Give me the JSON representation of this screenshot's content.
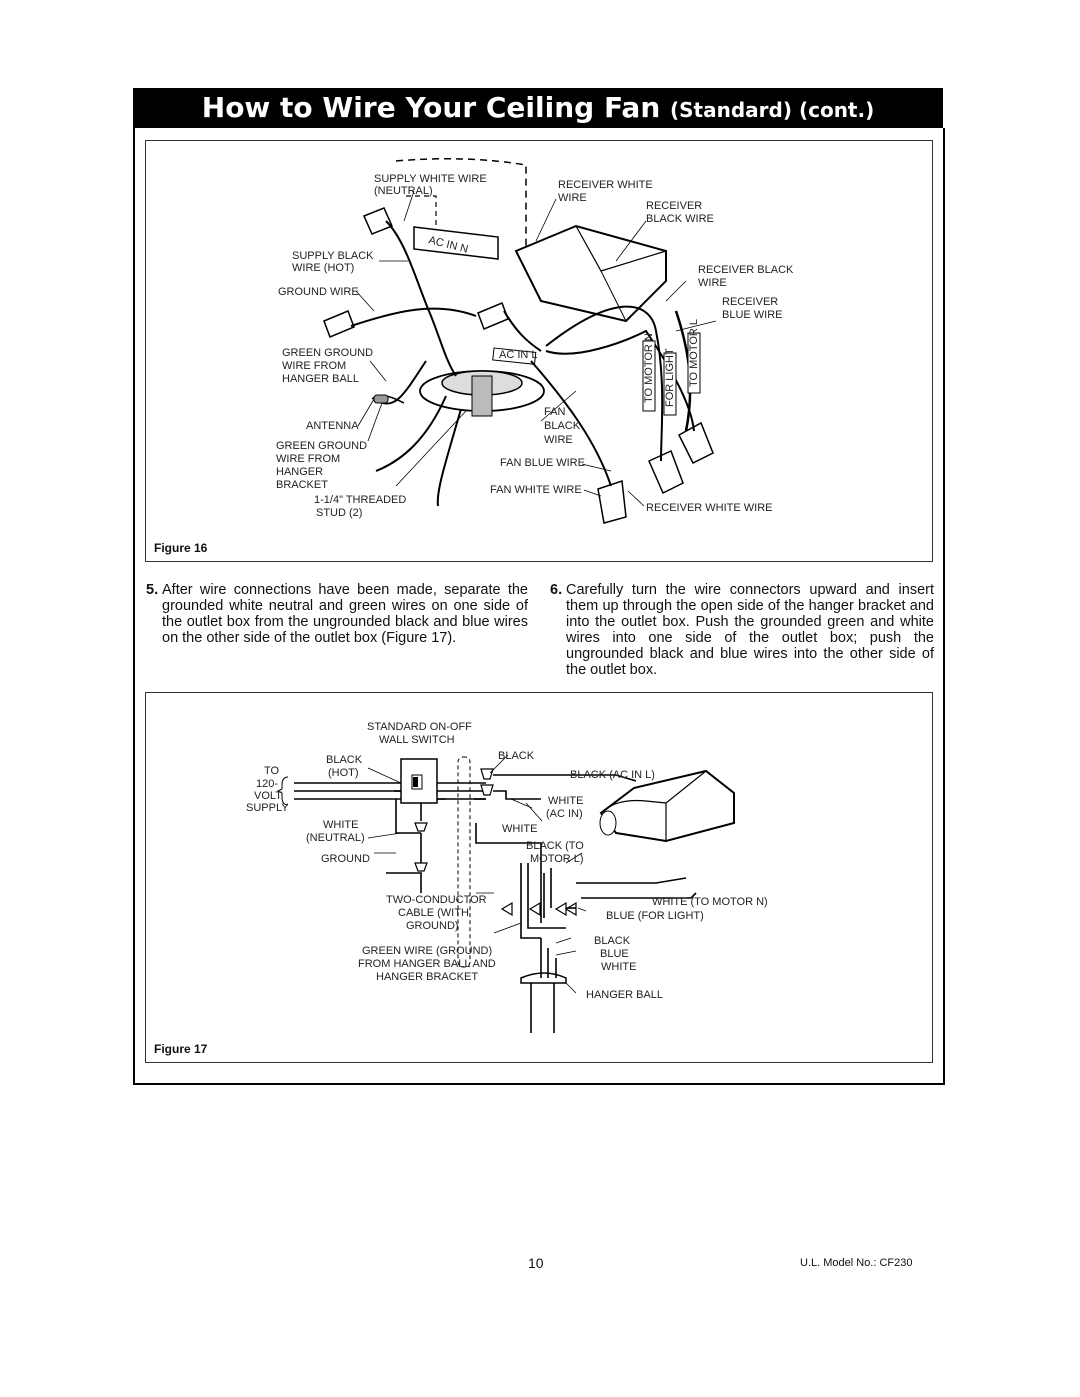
{
  "header": {
    "title_main": "How to Wire Your Ceiling Fan",
    "title_sub": "(Standard) (cont.)"
  },
  "figure16": {
    "caption": "Figure 16",
    "labels": {
      "supply_white_1": "SUPPLY WHITE WIRE",
      "supply_white_2": "(NEUTRAL)",
      "supply_black_1": "SUPPLY BLACK",
      "supply_black_2": "WIRE (HOT)",
      "ground_wire": "GROUND WIRE",
      "green_ground_ball_1": "GREEN GROUND",
      "green_ground_ball_2": "WIRE FROM",
      "green_ground_ball_3": "HANGER BALL",
      "antenna": "ANTENNA",
      "green_ground_bracket_1": "GREEN GROUND",
      "green_ground_bracket_2": "WIRE FROM",
      "green_ground_bracket_3": "HANGER",
      "green_ground_bracket_4": "BRACKET",
      "threaded_stud_1": "1-1/4\" THREADED",
      "threaded_stud_2": "STUD (2)",
      "receiver_white_1": "RECEIVER WHITE",
      "receiver_white_2": "WIRE",
      "receiver_black_1": "RECEIVER",
      "receiver_black_2": "BLACK WIRE",
      "receiver_black2_1": "RECEIVER BLACK",
      "receiver_black2_2": "WIRE",
      "receiver_blue_1": "RECEIVER",
      "receiver_blue_2": "BLUE WIRE",
      "fan_black_1": "FAN",
      "fan_black_2": "BLACK",
      "fan_black_3": "WIRE",
      "fan_blue": "FAN BLUE WIRE",
      "fan_white": "FAN WHITE WIRE",
      "receiver_white_bottom": "RECEIVER WHITE WIRE",
      "receiver_tag_acin": "AC IN N",
      "receiver_tag_acinl": "AC IN L",
      "tag_motor_n": "TO MOTOR N",
      "tag_light": "FOR LIGHT",
      "tag_motor_l": "TO MOTOR L"
    }
  },
  "steps": [
    {
      "num": "5.",
      "text": "After wire connections have been made, separate the grounded white neutral and green  wires on one side of the outlet box from the ungrounded black and blue wires on the other side of the outlet box (Figure 17)."
    },
    {
      "num": "6.",
      "text": "Carefully turn the wire connectors upward and insert them up through the open side of the hanger bracket and into the outlet box.  Push the grounded green and white wires into one side of the outlet box; push the ungrounded black and blue wires into the other side of the outlet box."
    }
  ],
  "figure17": {
    "caption": "Figure 17",
    "labels": {
      "switch_1": "STANDARD ON-OFF",
      "switch_2": "WALL SWITCH",
      "black_hot_1": "BLACK",
      "black_hot_2": "(HOT)",
      "to": "TO",
      "volt_120": "120-",
      "volt": "VOLT",
      "supply": "SUPPLY",
      "white_neutral_1": "WHITE",
      "white_neutral_2": "(NEUTRAL)",
      "ground": "GROUND",
      "black": "BLACK",
      "white": "WHITE",
      "black_ac_in_l": "BLACK (AC IN L)",
      "white_ac_in_1": "WHITE",
      "white_ac_in_2": "(AC IN)",
      "black_motor_1": "BLACK (TO",
      "black_motor_2": "MOTOR L)",
      "two_conductor_1": "TWO-CONDUCTOR",
      "two_conductor_2": "CABLE (WITH",
      "two_conductor_3": "GROUND)",
      "white_motor_n": "WHITE (TO MOTOR N)",
      "blue_light": "BLUE (FOR LIGHT)",
      "green_wire_1": "GREEN WIRE (GROUND)",
      "green_wire_2": "FROM HANGER BALL AND",
      "green_wire_3": "HANGER BRACKET",
      "ball_black": "BLACK",
      "ball_blue": "BLUE",
      "ball_white": "WHITE",
      "hanger_ball": "HANGER BALL"
    }
  },
  "footer": {
    "page_number": "10",
    "model": "U.L. Model No.: CF230"
  }
}
